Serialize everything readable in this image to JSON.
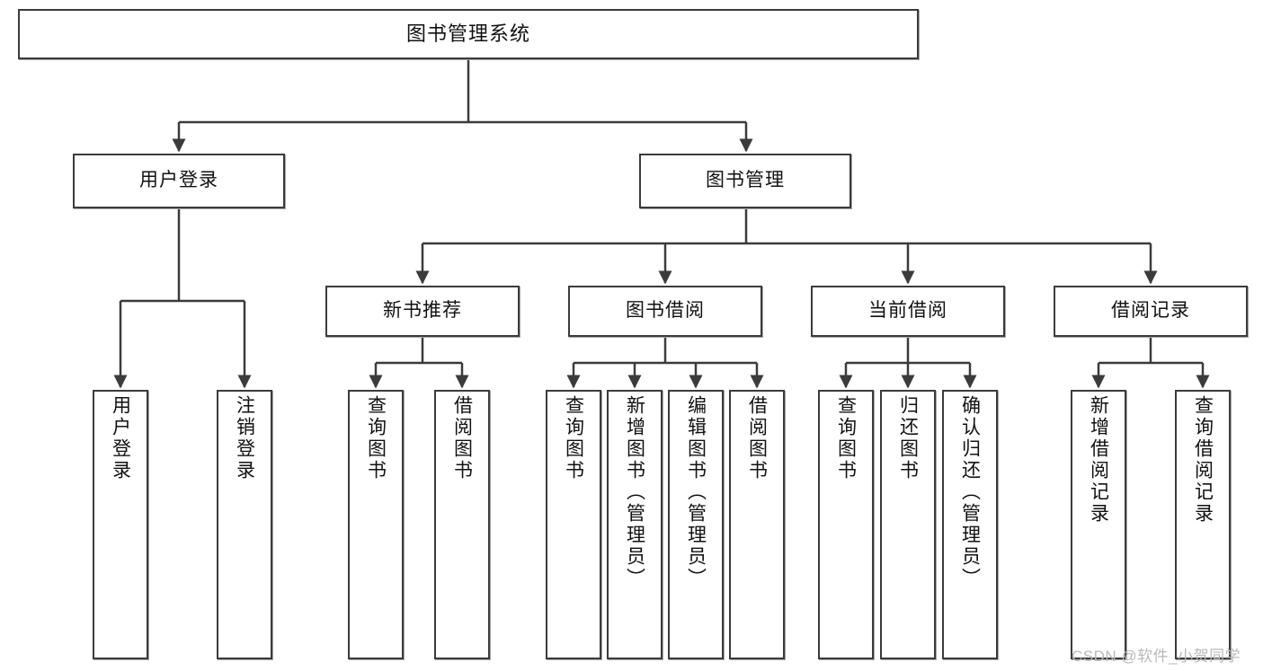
{
  "diagram": {
    "title": "图书管理系统",
    "type": "functional-structure-tree",
    "stroke_color": "#3b3b3b",
    "fill_color": "#ffffff",
    "text_color": "#111111",
    "watermark": "CSDN @软件_小贺同学"
  },
  "nodes": {
    "root": {
      "label": "图书管理系统"
    },
    "level2": [
      {
        "label": "用户登录"
      },
      {
        "label": "图书管理"
      }
    ],
    "level3": [
      {
        "label": "新书推荐"
      },
      {
        "label": "图书借阅"
      },
      {
        "label": "当前借阅"
      },
      {
        "label": "借阅记录"
      }
    ],
    "leaves": {
      "user_login": [
        {
          "label": "用户登录"
        },
        {
          "label": "注销登录"
        }
      ],
      "new_book_recommend": [
        {
          "label": "查询图书"
        },
        {
          "label": "借阅图书"
        }
      ],
      "book_borrow": [
        {
          "label": "查询图书"
        },
        {
          "label": "新增图书（管理员）"
        },
        {
          "label": "编辑图书（管理员）"
        },
        {
          "label": "借阅图书"
        }
      ],
      "current_borrow": [
        {
          "label": "查询图书"
        },
        {
          "label": "归还图书"
        },
        {
          "label": "确认归还（管理员）"
        }
      ],
      "borrow_record": [
        {
          "label": "新增借阅记录"
        },
        {
          "label": "查询借阅记录"
        }
      ]
    }
  },
  "chart_data": {
    "type": "tree",
    "title": "图书管理系统",
    "root": "图书管理系统",
    "edges": [
      [
        "图书管理系统",
        "用户登录"
      ],
      [
        "图书管理系统",
        "图书管理"
      ],
      [
        "用户登录",
        "用户登录"
      ],
      [
        "用户登录",
        "注销登录"
      ],
      [
        "图书管理",
        "新书推荐"
      ],
      [
        "图书管理",
        "图书借阅"
      ],
      [
        "图书管理",
        "当前借阅"
      ],
      [
        "图书管理",
        "借阅记录"
      ],
      [
        "新书推荐",
        "查询图书"
      ],
      [
        "新书推荐",
        "借阅图书"
      ],
      [
        "图书借阅",
        "查询图书"
      ],
      [
        "图书借阅",
        "新增图书（管理员）"
      ],
      [
        "图书借阅",
        "编辑图书（管理员）"
      ],
      [
        "图书借阅",
        "借阅图书"
      ],
      [
        "当前借阅",
        "查询图书"
      ],
      [
        "当前借阅",
        "归还图书"
      ],
      [
        "当前借阅",
        "确认归还（管理员）"
      ],
      [
        "借阅记录",
        "新增借阅记录"
      ],
      [
        "借阅记录",
        "查询借阅记录"
      ]
    ],
    "depth": 4,
    "node_count": 20
  }
}
